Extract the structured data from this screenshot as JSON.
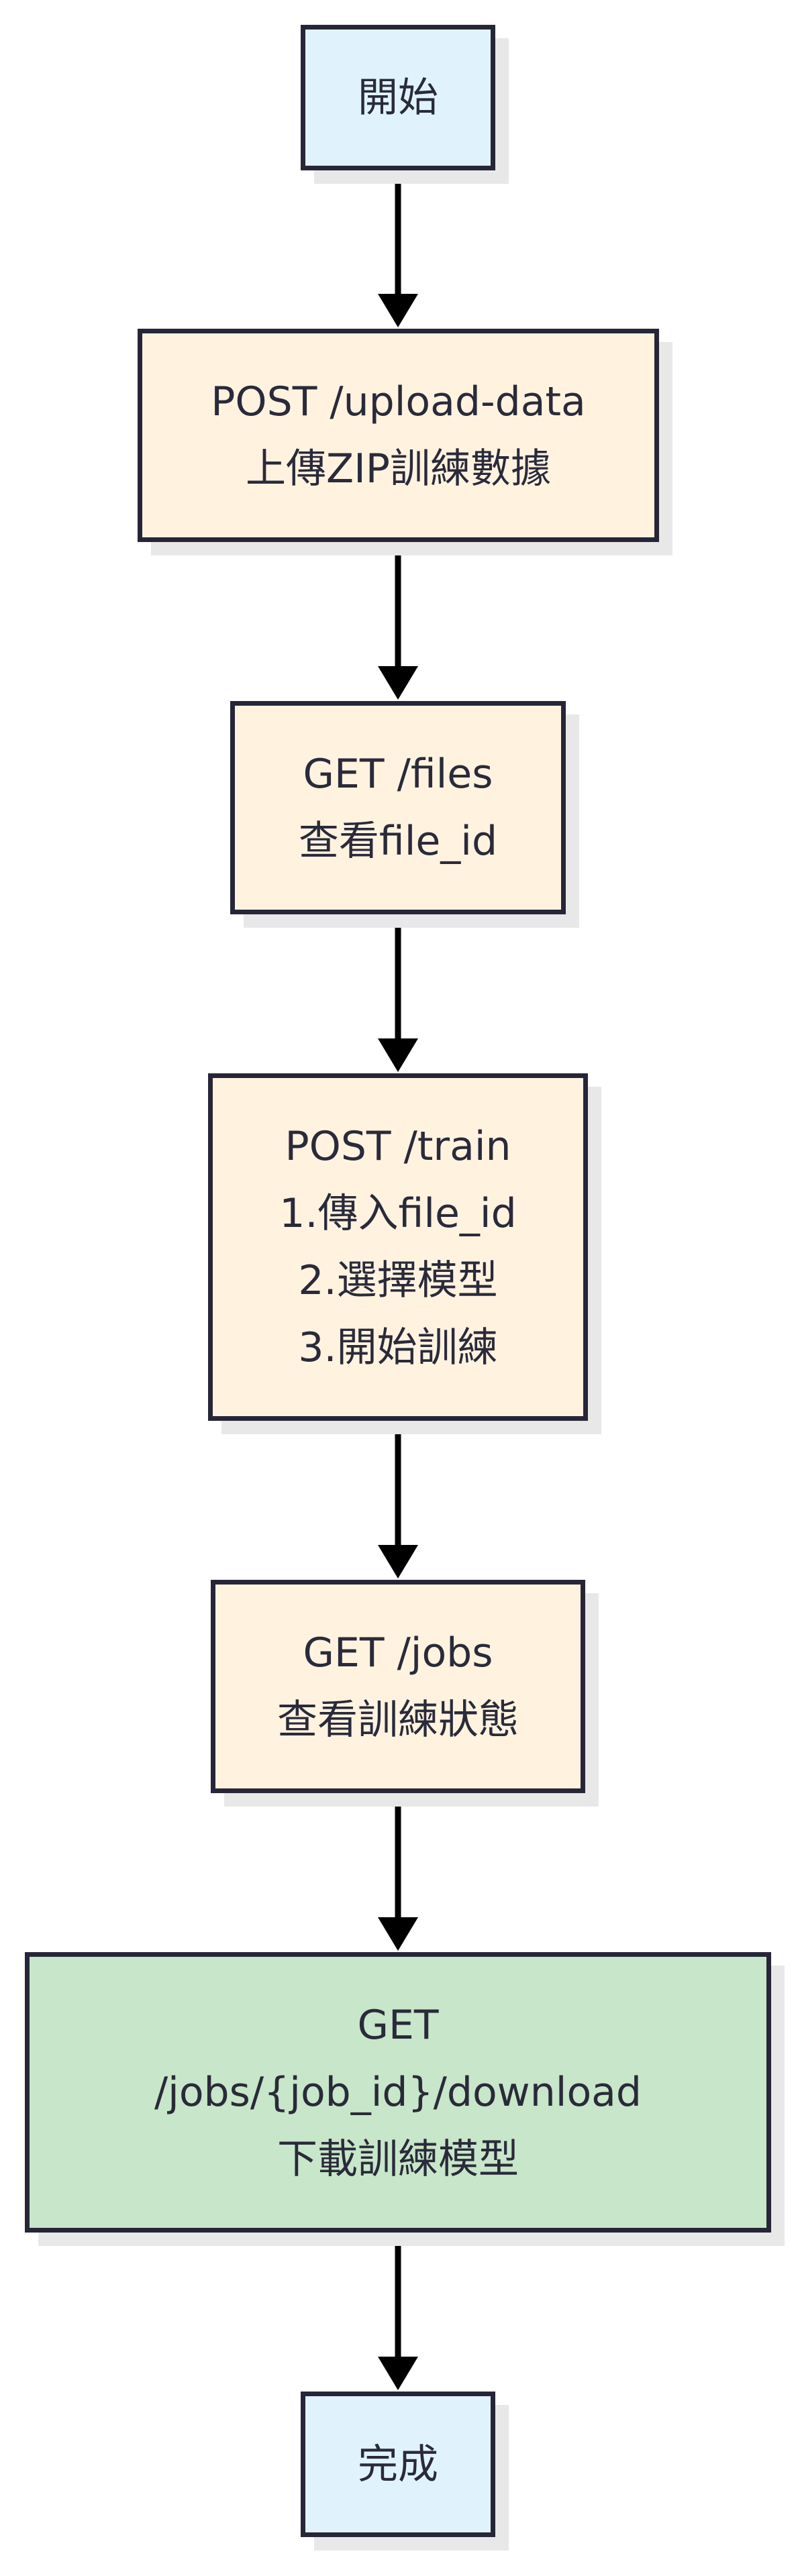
{
  "colors": {
    "terminal_fill": "#e0f3fc",
    "step_fill": "#fff3e0",
    "download_fill": "#c8e6c9",
    "border": "#262638",
    "arrow": "#000000",
    "shadow": "#e8e8e8"
  },
  "nodes": [
    {
      "id": "start",
      "kind": "terminal",
      "lines": [
        "開始"
      ]
    },
    {
      "id": "upload",
      "kind": "step",
      "lines": [
        "POST /upload-data",
        "上傳ZIP訓練數據"
      ]
    },
    {
      "id": "files",
      "kind": "step",
      "lines": [
        "GET /files",
        "查看file_id"
      ]
    },
    {
      "id": "train",
      "kind": "step",
      "lines": [
        "POST /train",
        "1.傳入file_id",
        "2.選擇模型",
        "3.開始訓練"
      ]
    },
    {
      "id": "jobs",
      "kind": "step",
      "lines": [
        "GET /jobs",
        "查看訓練狀態"
      ]
    },
    {
      "id": "download",
      "kind": "download",
      "lines": [
        "GET",
        "/jobs/{job_id}/download",
        "下載訓練模型"
      ]
    },
    {
      "id": "done",
      "kind": "terminal",
      "lines": [
        "完成"
      ]
    }
  ],
  "edges": [
    {
      "from": "start",
      "to": "upload"
    },
    {
      "from": "upload",
      "to": "files"
    },
    {
      "from": "files",
      "to": "train"
    },
    {
      "from": "train",
      "to": "jobs"
    },
    {
      "from": "jobs",
      "to": "download"
    },
    {
      "from": "download",
      "to": "done"
    }
  ]
}
